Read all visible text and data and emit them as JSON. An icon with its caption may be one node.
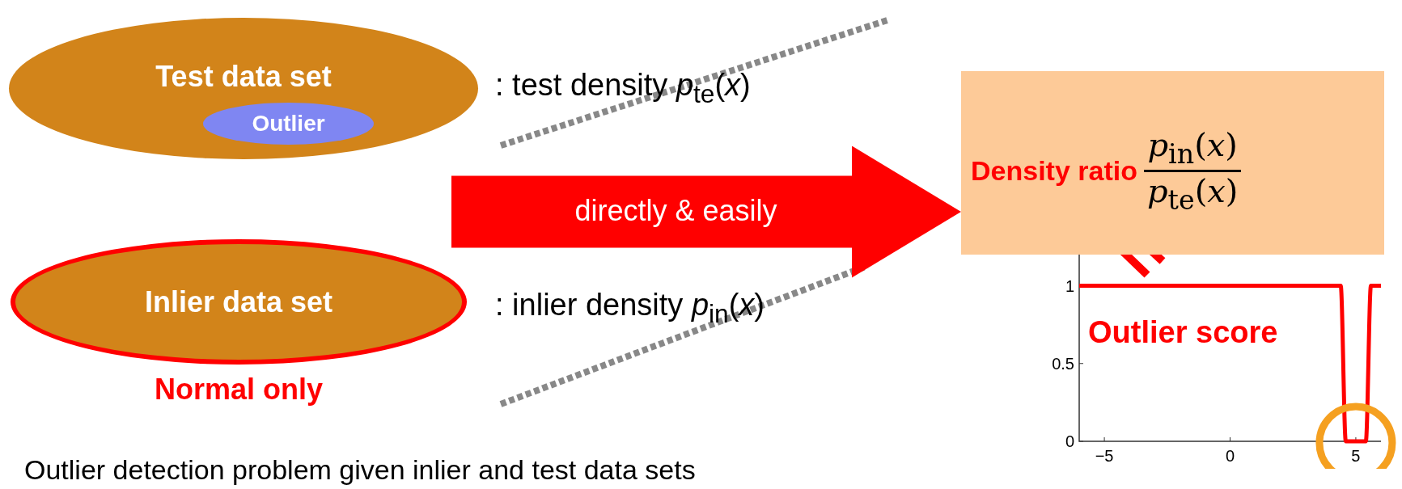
{
  "diagram": {
    "nodes": [
      {
        "text": [
          "Test data set"
        ]
      },
      {
        "text": [
          "Outlier"
        ],
        "in": 0
      },
      {
        "text": [
          "Inlier data set"
        ],
        "beside": [
          "Normal only"
        ]
      },
      {
        "text": [
          "Density ratio",
          "*p*$_{in}$(*x*)",
          "*p*$_{te}$(*x*)"
        ]
      }
    ],
    "edges": [
      {
        "from": null,
        "to": 3,
        "arrow": "to",
        "label": "directly & easily",
        "color": "#ff0000"
      }
    ],
    "labels": [
      ": test density *p*$_{te}$(*x*)",
      ": inlier density *p*$_{in}$(*x*)",
      "Outlier score",
      "Outlier detection problem given inlier and test data sets"
    ],
    "chart_data": {
      "type": "line",
      "x": [
        -6,
        4.4,
        4.6,
        5.4,
        5.6,
        6
      ],
      "series": [
        {
          "color": "#ff0000",
          "values": [
            1,
            1,
            0,
            0,
            1,
            1
          ]
        }
      ],
      "xlim": [
        -6,
        6
      ],
      "ylim": [
        0,
        1.2
      ],
      "xticks": [
        -5,
        0,
        5
      ],
      "yticks": [
        0,
        0.5,
        1
      ]
    }
  }
}
